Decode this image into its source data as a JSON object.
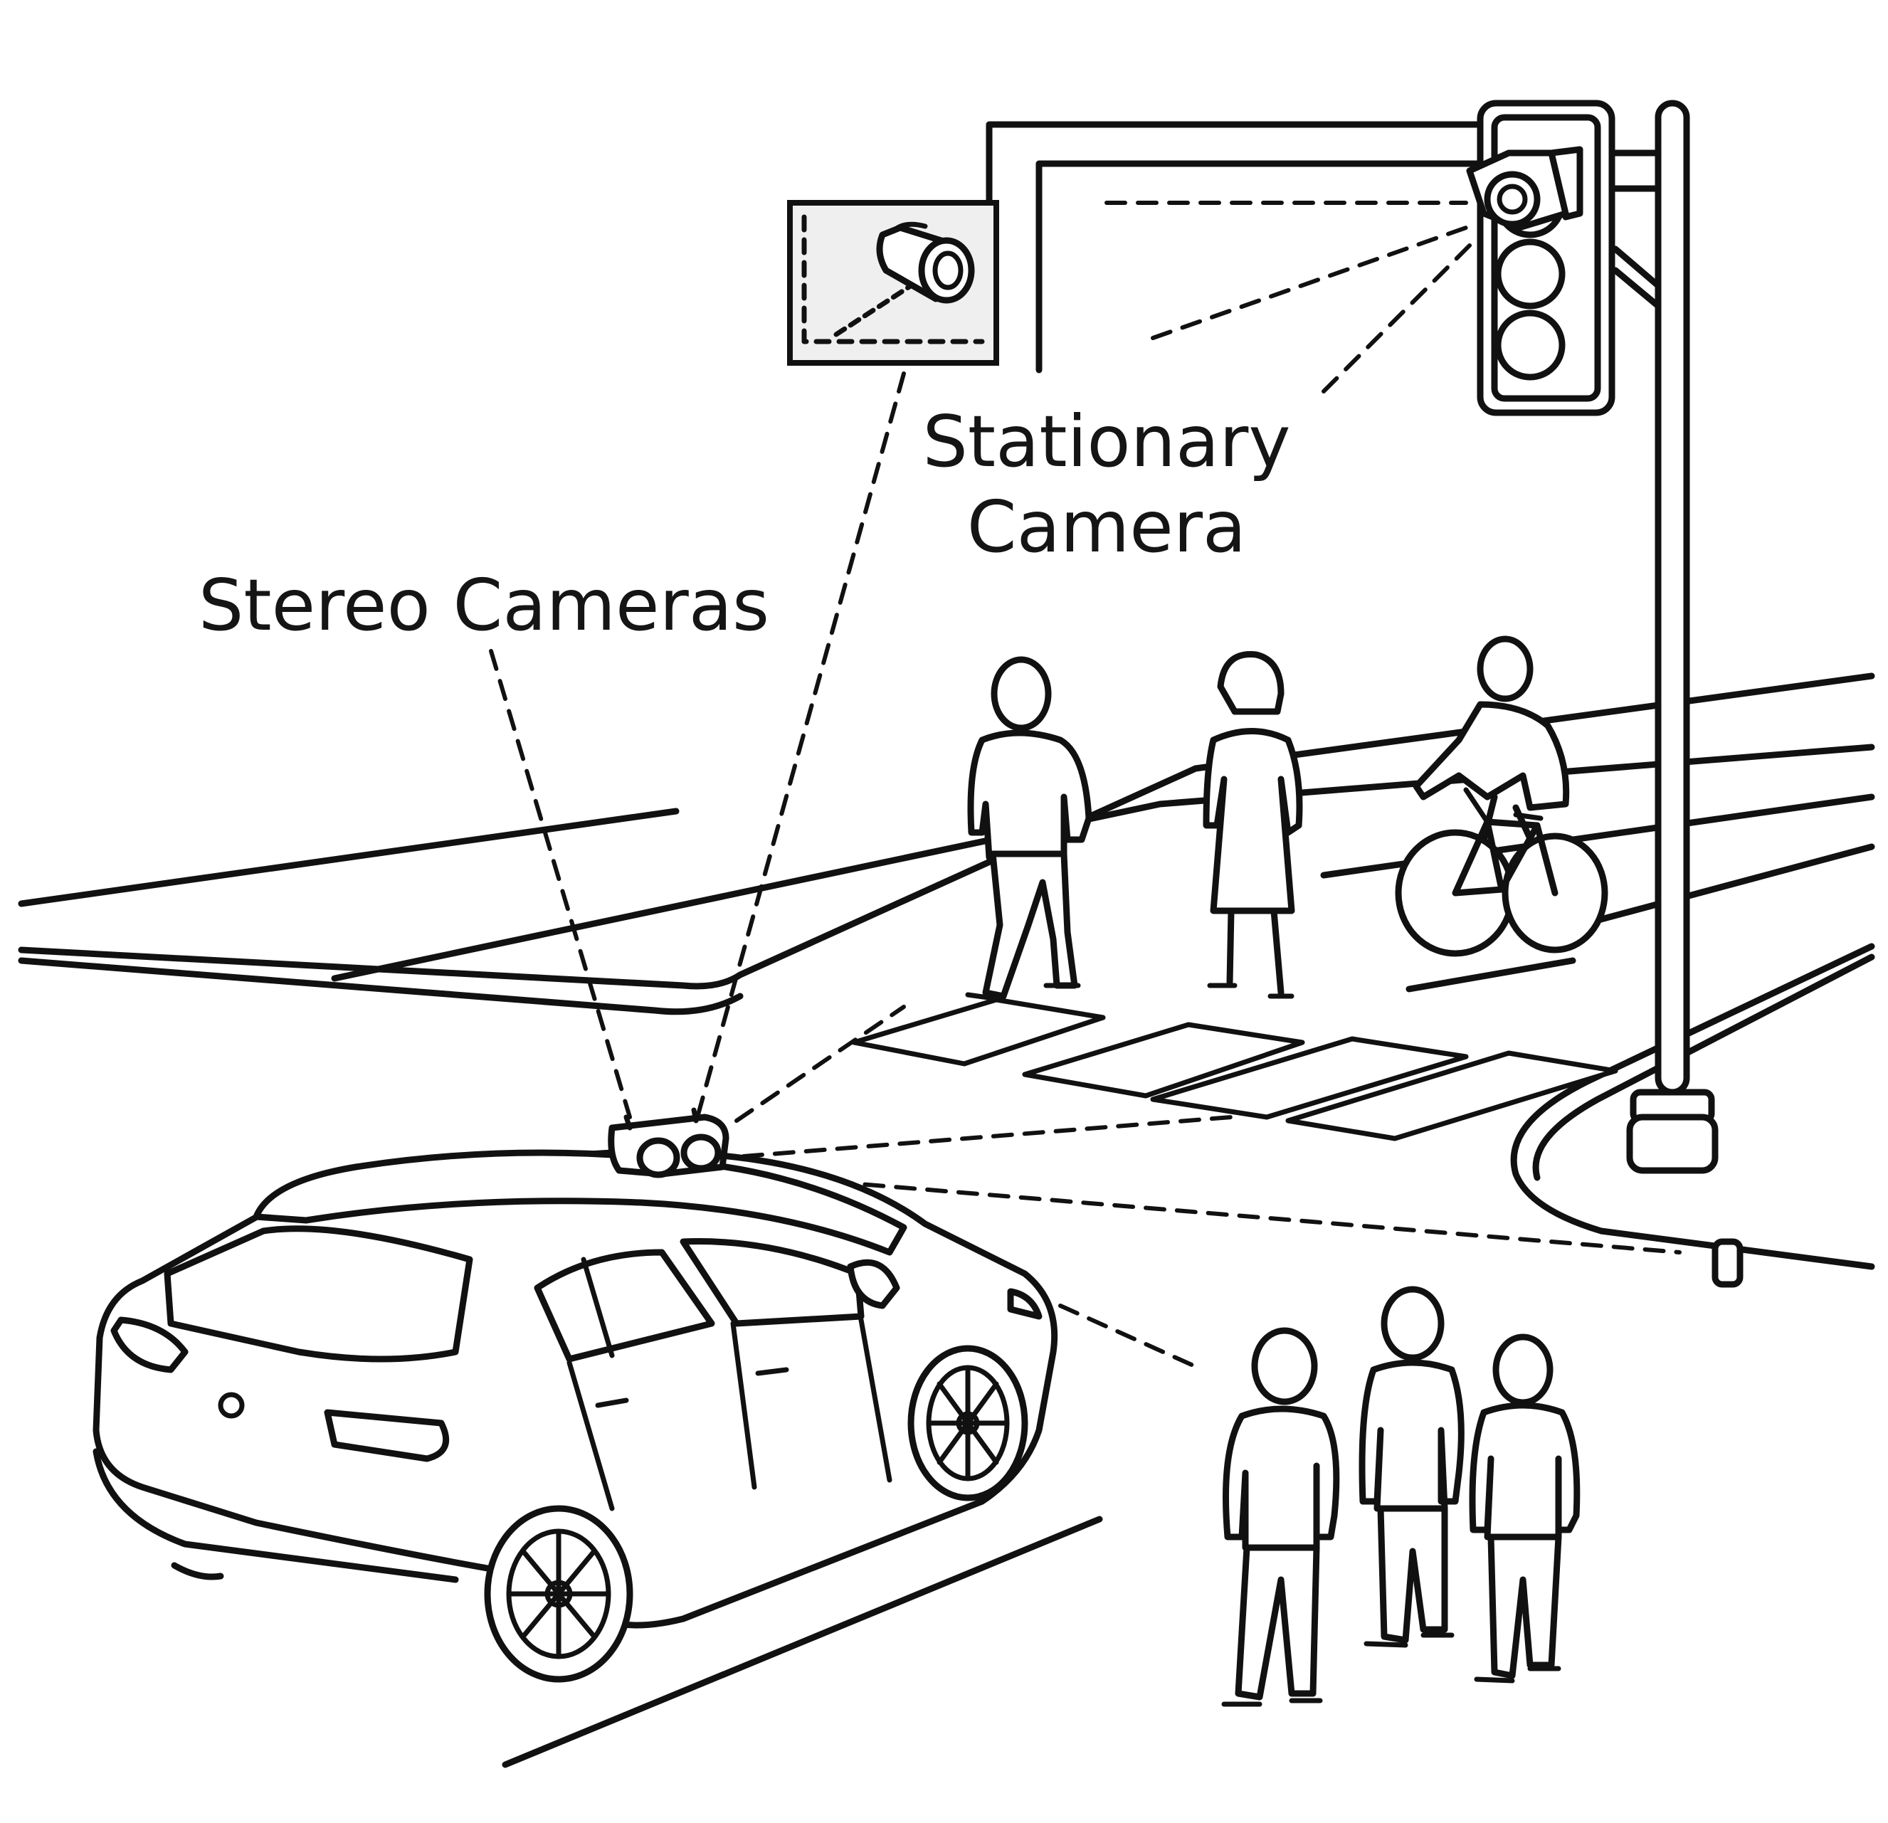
{
  "labels": {
    "stationary_line1": "Stationary",
    "stationary_line2": "Camera",
    "stereo": "Stereo Cameras"
  }
}
